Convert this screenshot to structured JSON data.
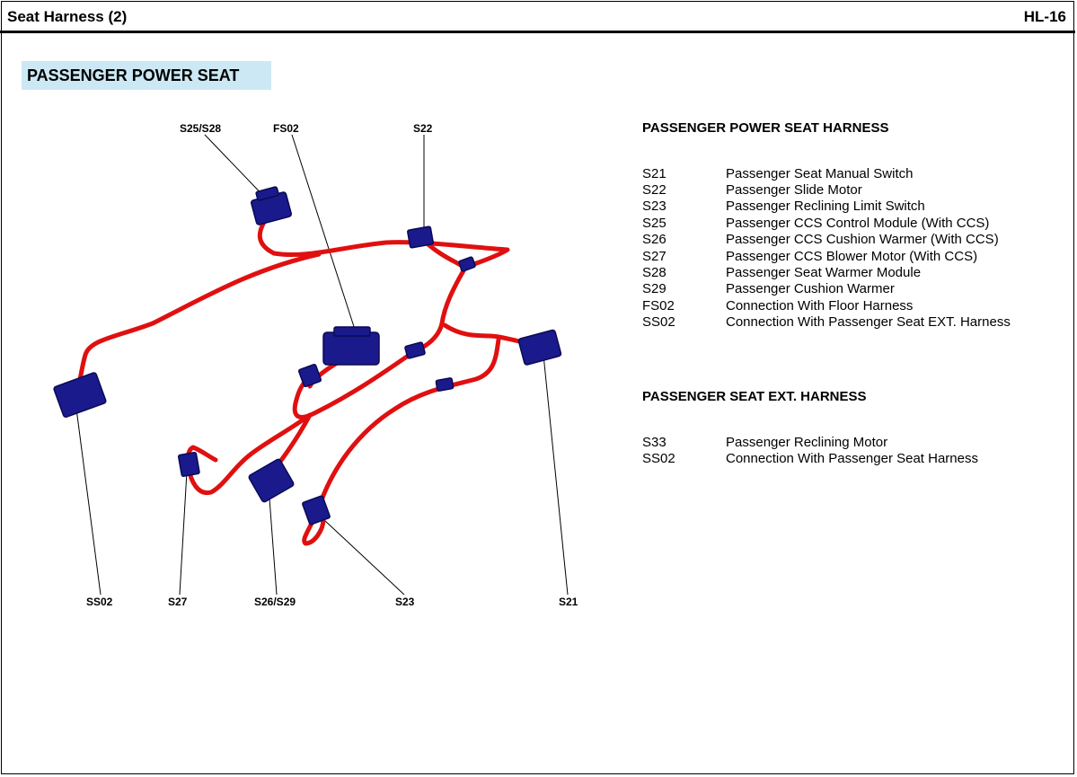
{
  "header": {
    "title": "Seat Harness (2)",
    "code": "HL-16"
  },
  "section_title": "PASSENGER POWER SEAT",
  "diagram": {
    "callouts_top": [
      "S25/S28",
      "FS02",
      "S22"
    ],
    "callouts_bottom": [
      "SS02",
      "S27",
      "S26/S29",
      "S23",
      "S21"
    ],
    "colors": {
      "wire": "#e01010",
      "connector": "#1a1a8c",
      "connector_dark": "#0a0a55"
    }
  },
  "harness_1": {
    "title": "PASSENGER POWER SEAT HARNESS",
    "items": [
      {
        "code": "S21",
        "desc": "Passenger Seat Manual Switch"
      },
      {
        "code": "S22",
        "desc": "Passenger Slide Motor"
      },
      {
        "code": "S23",
        "desc": "Passenger Reclining Limit Switch"
      },
      {
        "code": "S25",
        "desc": "Passenger CCS Control Module (With CCS)"
      },
      {
        "code": "S26",
        "desc": "Passenger CCS Cushion Warmer (With CCS)"
      },
      {
        "code": "S27",
        "desc": "Passenger CCS Blower Motor (With CCS)"
      },
      {
        "code": "S28",
        "desc": "Passenger Seat Warmer Module"
      },
      {
        "code": "S29",
        "desc": "Passenger Cushion Warmer"
      },
      {
        "code": "FS02",
        "desc": "Connection With Floor Harness"
      },
      {
        "code": "SS02",
        "desc": "Connection With Passenger Seat EXT. Harness"
      }
    ]
  },
  "harness_2": {
    "title": "PASSENGER SEAT EXT. HARNESS",
    "items": [
      {
        "code": "S33",
        "desc": "Passenger Reclining Motor"
      },
      {
        "code": "SS02",
        "desc": "Connection With Passenger Seat Harness"
      }
    ]
  }
}
